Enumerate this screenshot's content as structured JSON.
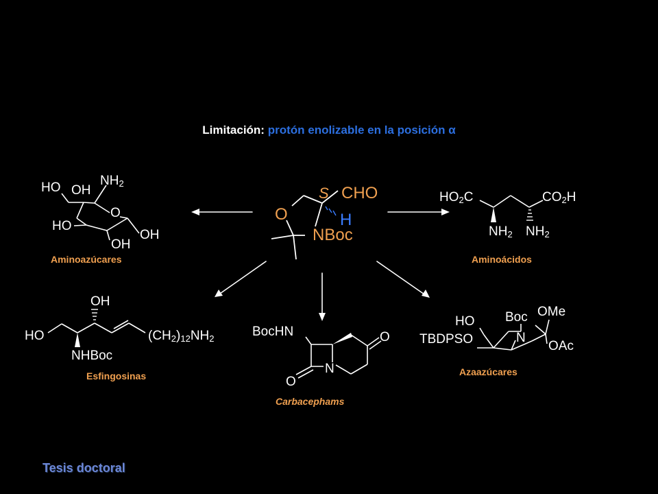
{
  "title": {
    "lead": "Limitación:",
    "rest": "protón enolizable en la posición α"
  },
  "center": {
    "stereo": "S",
    "cho": "CHO",
    "ring_o": "O",
    "h": "H",
    "nboc": "NBoc"
  },
  "aminoazucares": {
    "label": "Aminoazúcares",
    "ho_top": "HO",
    "oh_top": "OH",
    "nh2": "NH2",
    "ring_o": "O",
    "ho_left": "HO",
    "oh_bottom": "OH",
    "oh_right": "OH"
  },
  "aminoacidos": {
    "label": "Aminoácidos",
    "ho2c": "HO2C",
    "co2h": "CO2H",
    "nh2_left": "NH2",
    "nh2_right": "NH2"
  },
  "esfingosinas": {
    "label": "Esfingosinas",
    "oh": "OH",
    "ho": "HO",
    "chain": "(CH2)12NH2",
    "nhboc": "NHBoc"
  },
  "carbacephams": {
    "label": "Carbacephams",
    "bochn": "BocHN",
    "o_right": "O",
    "n": "N",
    "o_bottom": "O"
  },
  "azaazucares": {
    "label": "Azaazúcares",
    "ho": "HO",
    "boc": "Boc",
    "ome": "OMe",
    "tbdpso": "TBDPSO",
    "n": "N",
    "oac": "OAc"
  },
  "footer": "Tesis doctoral",
  "colors": {
    "background": "#000000",
    "title_white": "#ffffff",
    "title_blue": "#2c6fe0",
    "label_orange": "#f0a050",
    "center_orange": "#f0a050",
    "center_blue": "#3a7cff",
    "footer_blue": "#6b86d6"
  }
}
